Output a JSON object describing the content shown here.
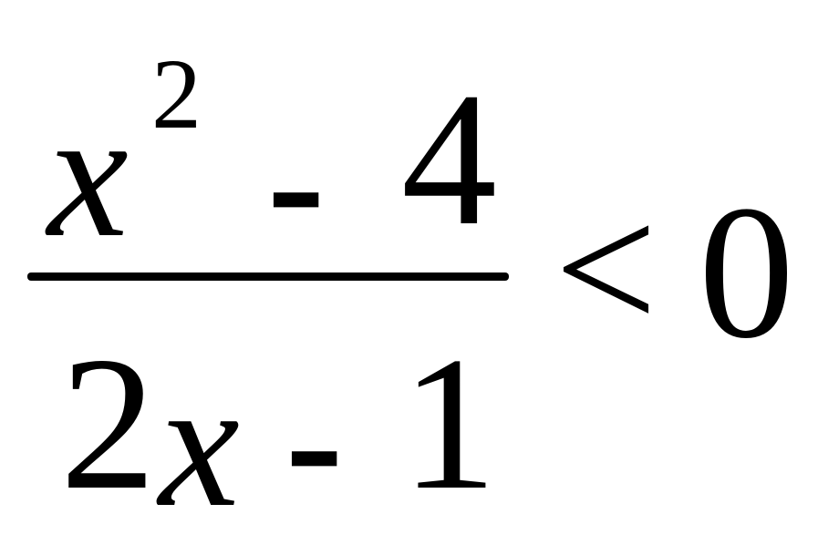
{
  "formula": {
    "numerator": {
      "variable": "x",
      "exponent": "2",
      "operator": "-",
      "constant": "4"
    },
    "denominator": {
      "coefficient": "2",
      "variable": "x",
      "operator": "-",
      "constant": "1"
    },
    "relation": "<",
    "rhs": "0"
  }
}
